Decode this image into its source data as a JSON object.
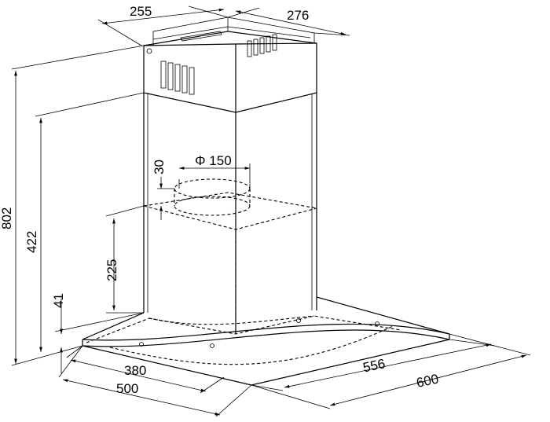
{
  "dimensions": {
    "top_depth": "255",
    "top_width": "276",
    "total_height": "802",
    "chimney_height": "422",
    "duct_height": "30",
    "duct_diameter": "Φ 150",
    "body_height": "225",
    "canopy_height": "41",
    "bottom_depth": "380",
    "depth": "500",
    "bottom_width": "556",
    "width": "600"
  },
  "colors": {
    "line": "#000000",
    "background": "#ffffff"
  }
}
